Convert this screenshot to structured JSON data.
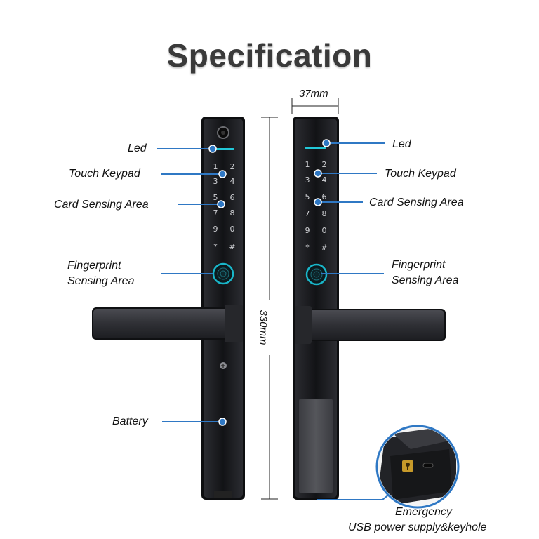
{
  "title": "Specification",
  "dimensions": {
    "width": "37mm",
    "height": "330mm"
  },
  "left_callouts": {
    "led": "Led",
    "keypad": "Touch Keypad",
    "card": "Card Sensing Area",
    "fingerprint_1": "Fingerprint",
    "fingerprint_2": "Sensing Area",
    "battery": "Battery"
  },
  "right_callouts": {
    "led": "Led",
    "keypad": "Touch Keypad",
    "card": "Card Sensing Area",
    "fingerprint_1": "Fingerprint",
    "fingerprint_2": "Sensing Area",
    "emergency_1": "Emergency",
    "emergency_2": "USB power supply&keyhole"
  },
  "keypad_keys": [
    "1",
    "2",
    "3",
    "4",
    "5",
    "6",
    "7",
    "8",
    "9",
    "0",
    "*",
    "#"
  ],
  "colors": {
    "callout_line": "#2f78c4",
    "lock_body": "#1a1b1f",
    "led": "#22c8d8",
    "fingerprint_ring": "#19b6c9"
  }
}
